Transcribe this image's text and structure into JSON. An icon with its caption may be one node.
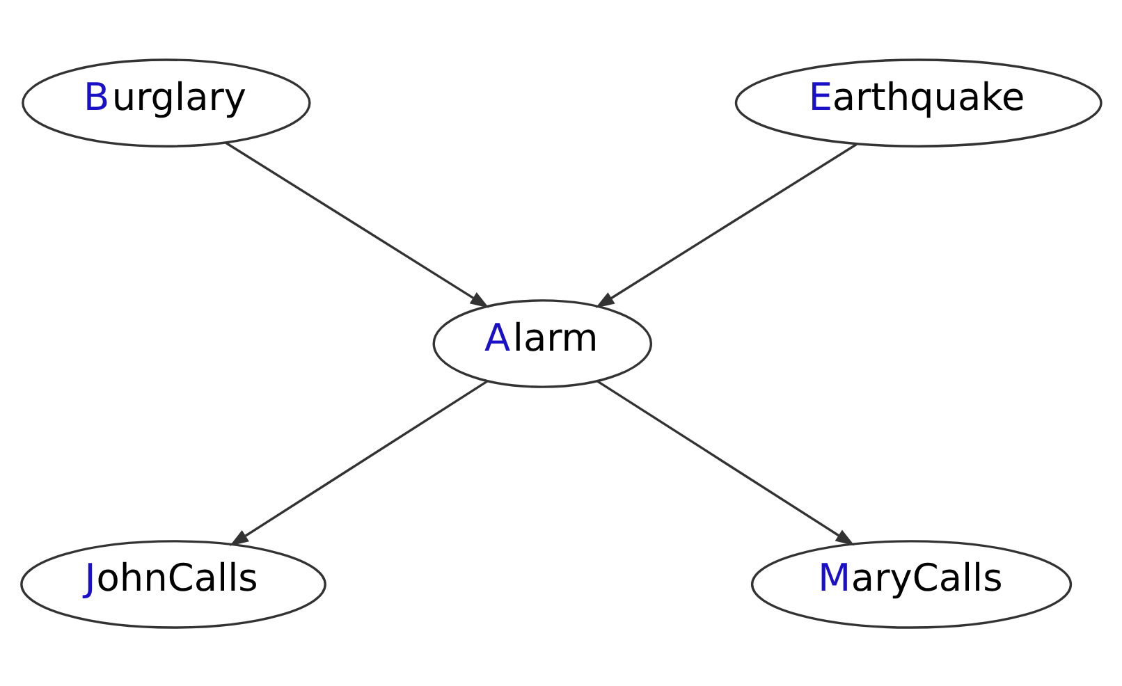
{
  "diagram": {
    "nodes": [
      {
        "text": [
          "Burglary"
        ]
      },
      {
        "text": [
          "Earthquake"
        ]
      },
      {
        "text": [
          "Alarm"
        ]
      },
      {
        "text": [
          "JohnCalls"
        ]
      },
      {
        "text": [
          "MaryCalls"
        ]
      }
    ],
    "edges": [
      {
        "from": 0,
        "to": 2,
        "arrow": "to"
      },
      {
        "from": 1,
        "to": 2,
        "arrow": "to"
      },
      {
        "from": 2,
        "to": 3,
        "arrow": "to"
      },
      {
        "from": 2,
        "to": 4,
        "arrow": "to"
      }
    ]
  }
}
